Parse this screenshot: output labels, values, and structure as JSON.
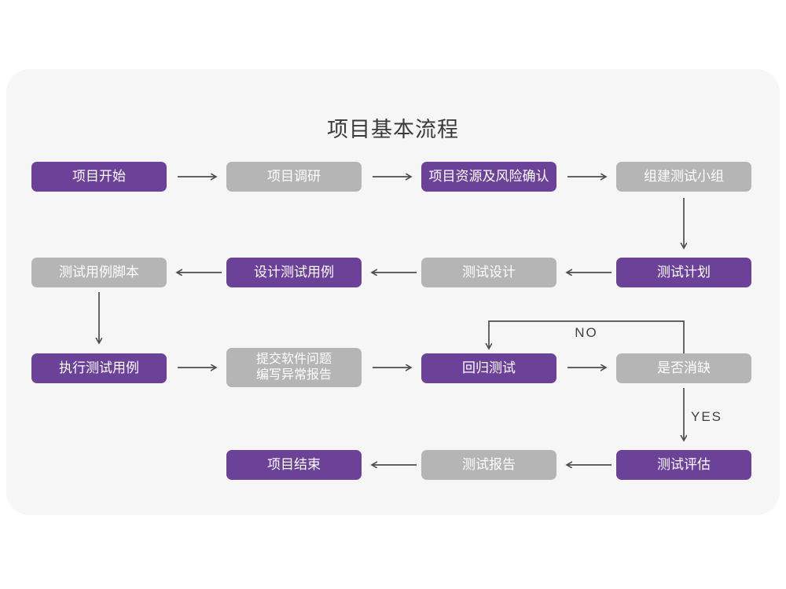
{
  "title": "项目基本流程",
  "colors": {
    "node_highlight": "#6C4198",
    "node_normal": "#B5B5B5",
    "node_text": "#FFFFFF",
    "arrow": "#4D4D4D",
    "card_background": "#F6F6F6",
    "page_background": "#FFFFFF",
    "title_text": "#3A3A3A"
  },
  "nodes": [
    {
      "id": "project-start",
      "label": "项目开始",
      "style": "purple"
    },
    {
      "id": "project-research",
      "label": "项目调研",
      "style": "gray"
    },
    {
      "id": "resource-risk",
      "label": "项目资源及风险确认",
      "style": "purple"
    },
    {
      "id": "build-test-team",
      "label": "组建测试小组",
      "style": "gray"
    },
    {
      "id": "test-plan",
      "label": "测试计划",
      "style": "purple"
    },
    {
      "id": "test-design",
      "label": "测试设计",
      "style": "gray"
    },
    {
      "id": "design-test-case",
      "label": "设计测试用例",
      "style": "purple"
    },
    {
      "id": "test-case-script",
      "label": "测试用例脚本",
      "style": "gray"
    },
    {
      "id": "execute-test-case",
      "label": "执行测试用例",
      "style": "purple"
    },
    {
      "id": "submit-issue-report",
      "line1": "提交软件问题",
      "line2": "编写异常报告",
      "style": "gray"
    },
    {
      "id": "regression-test",
      "label": "回归测试",
      "style": "purple"
    },
    {
      "id": "defect-cleared",
      "label": "是否消缺",
      "style": "gray"
    },
    {
      "id": "test-evaluation",
      "label": "测试评估",
      "style": "purple"
    },
    {
      "id": "test-report",
      "label": "测试报告",
      "style": "gray"
    },
    {
      "id": "project-end",
      "label": "项目结束",
      "style": "purple"
    }
  ],
  "edge_labels": {
    "no": "NO",
    "yes": "YES"
  },
  "edges": [
    {
      "from": "项目开始",
      "to": "项目调研"
    },
    {
      "from": "项目调研",
      "to": "项目资源及风险确认"
    },
    {
      "from": "项目资源及风险确认",
      "to": "组建测试小组"
    },
    {
      "from": "组建测试小组",
      "to": "测试计划"
    },
    {
      "from": "测试计划",
      "to": "测试设计"
    },
    {
      "from": "测试设计",
      "to": "设计测试用例"
    },
    {
      "from": "设计测试用例",
      "to": "测试用例脚本"
    },
    {
      "from": "测试用例脚本",
      "to": "执行测试用例"
    },
    {
      "from": "执行测试用例",
      "to": "提交软件问题 编写异常报告"
    },
    {
      "from": "提交软件问题 编写异常报告",
      "to": "回归测试"
    },
    {
      "from": "回归测试",
      "to": "是否消缺"
    },
    {
      "from": "是否消缺",
      "to": "回归测试",
      "label": "NO"
    },
    {
      "from": "是否消缺",
      "to": "测试评估",
      "label": "YES"
    },
    {
      "from": "测试评估",
      "to": "测试报告"
    },
    {
      "from": "测试报告",
      "to": "项目结束"
    }
  ]
}
